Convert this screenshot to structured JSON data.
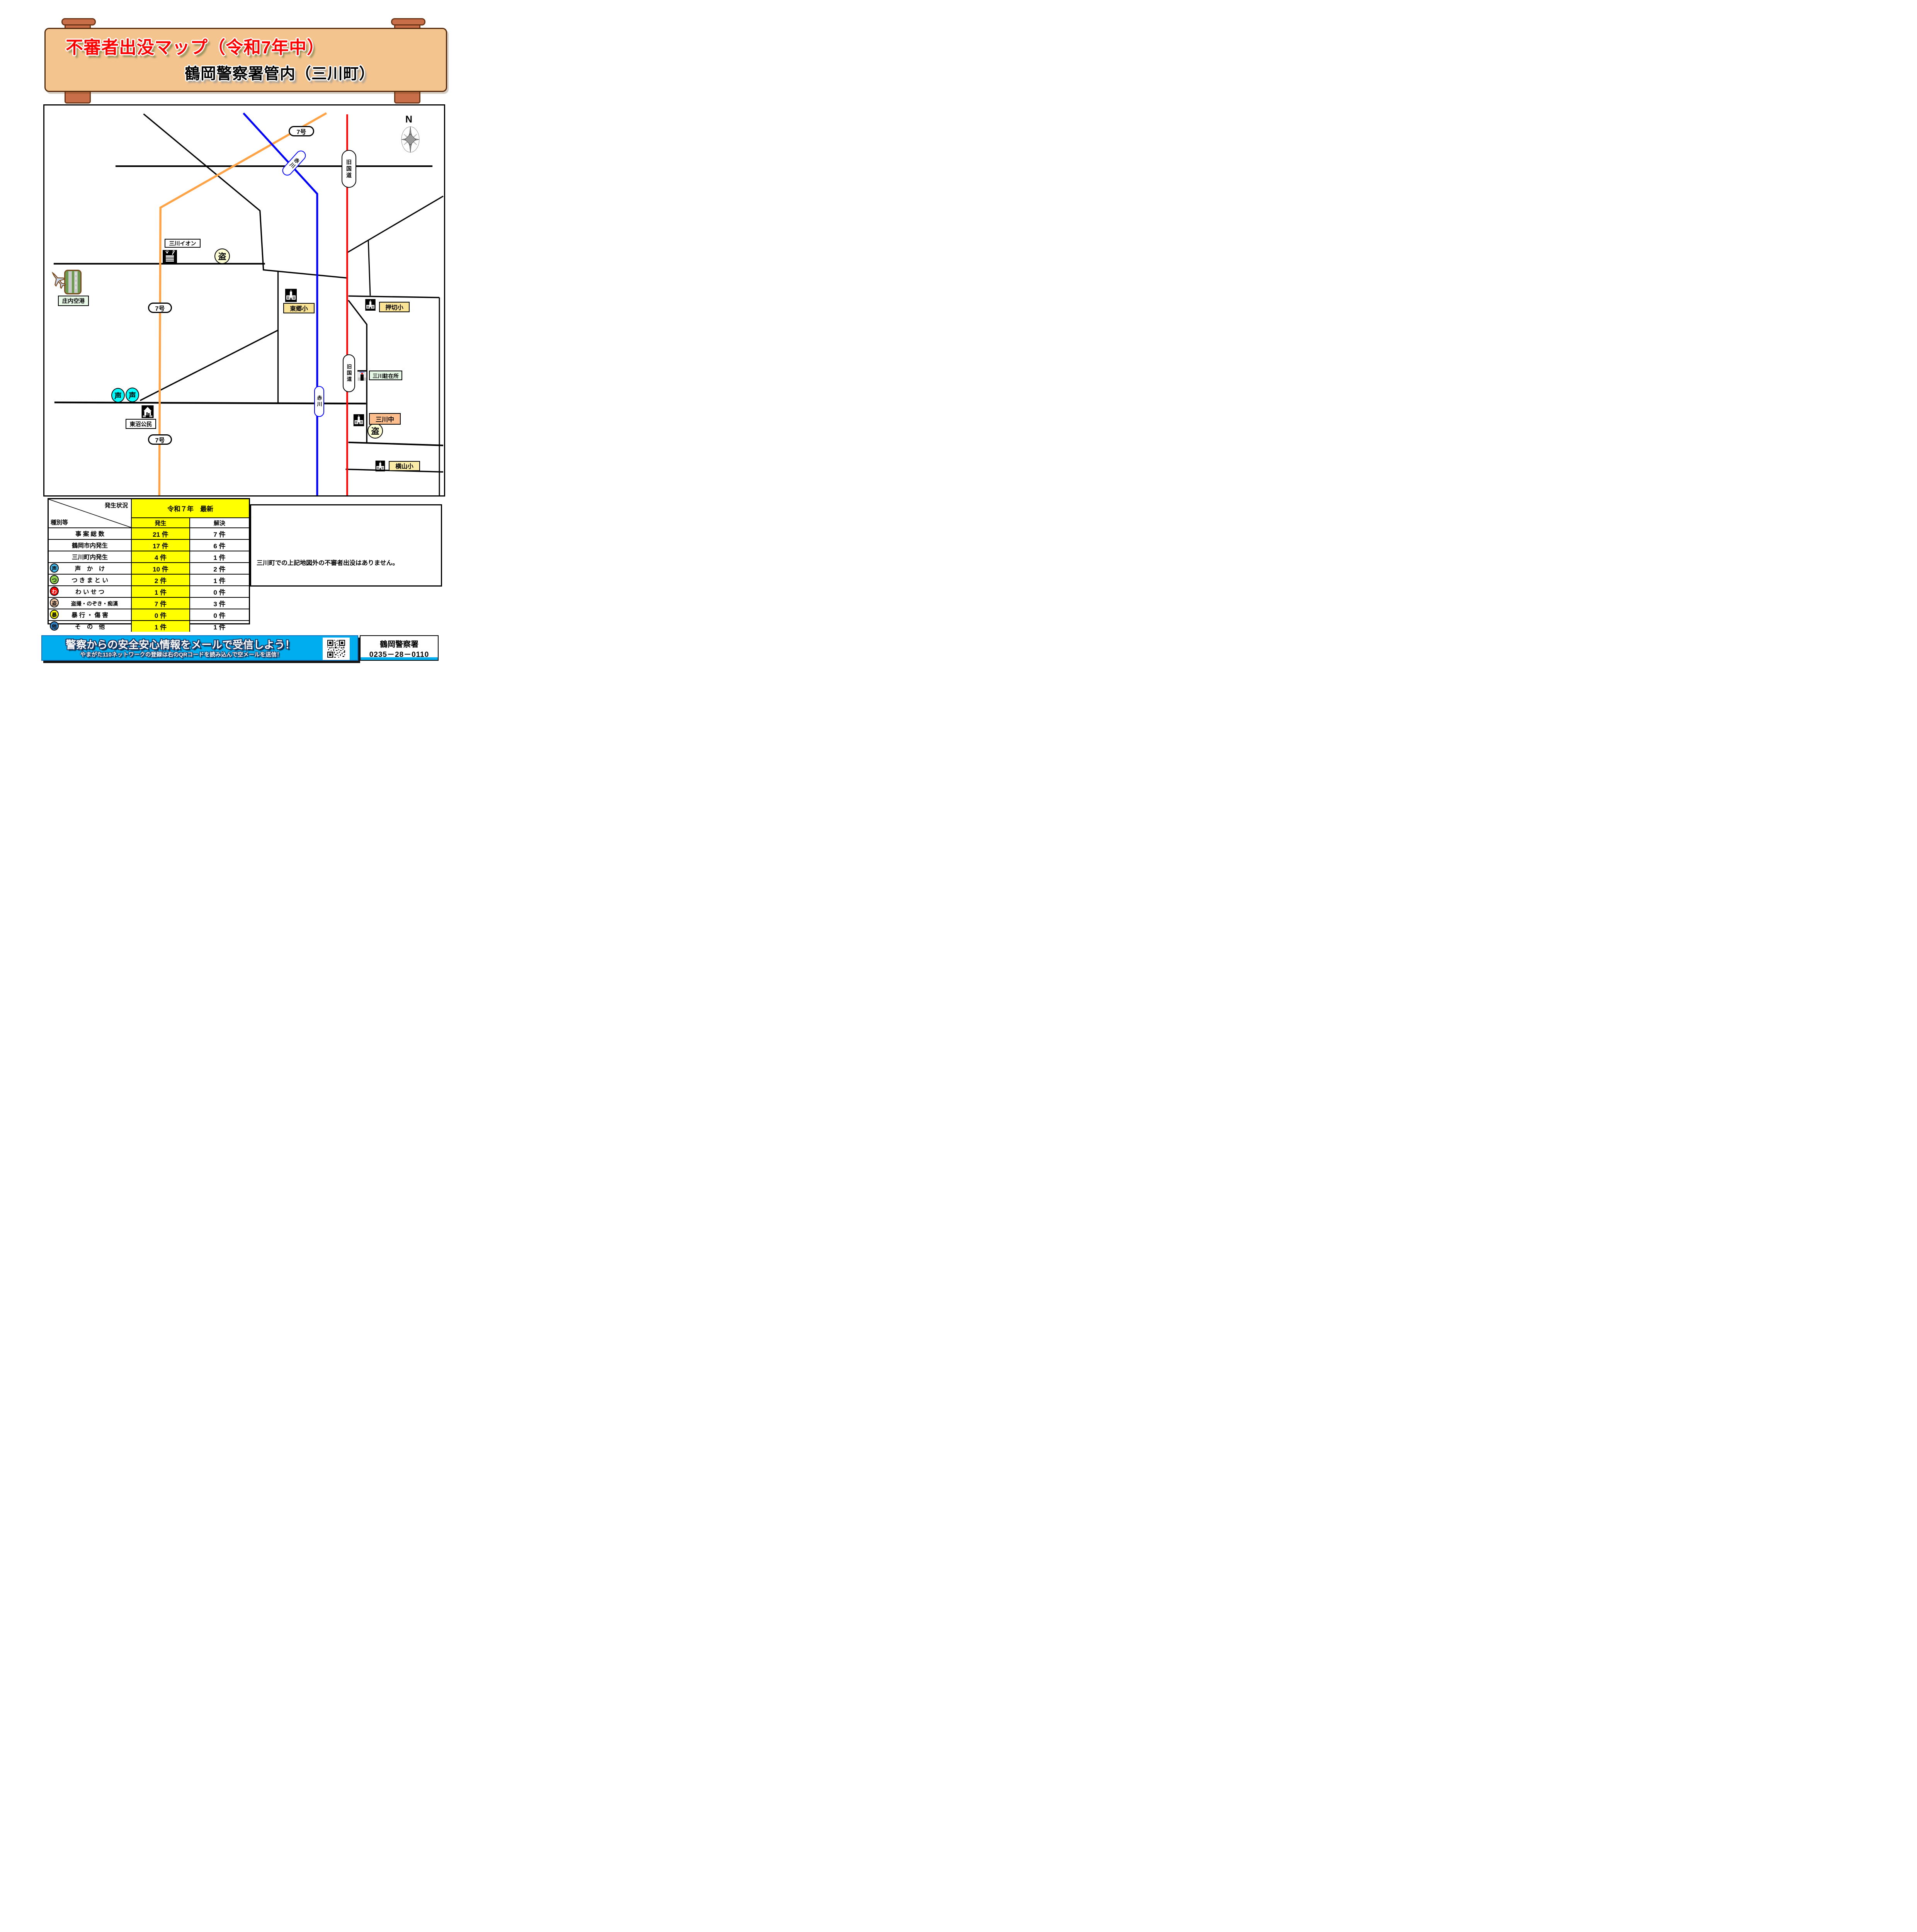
{
  "banner": {
    "title": "不審者出没マップ（令和7年中）",
    "subtitle": "鶴岡警察署管内（三川町）"
  },
  "map": {
    "compass": "N",
    "route7_labels": [
      "7号",
      "7号",
      "7号"
    ],
    "akagawa_labels": [
      "赤川",
      "赤川"
    ],
    "old_national_road_labels": [
      "旧国道",
      "旧国道"
    ],
    "places": {
      "mikawa_aeon": "三川イオン",
      "shonai_airport": "庄内空港",
      "togo_elementary": "東郷小",
      "oshikiri_elementary": "押切小",
      "mikawa_police_box": "三川駐在所",
      "mikawa_junior_high": "三川中",
      "yokoyama_elementary": "横山小",
      "higashinuma_community_center": "東沼公民"
    },
    "markers": {
      "theft_1": "盗",
      "theft_2": "盗",
      "voice_1": "声",
      "voice_2": "声"
    },
    "police_icon_text": "police"
  },
  "table": {
    "corner_top": "発生状況",
    "corner_bottom": "種別等",
    "period_header": "令和７年　最新",
    "col_occurred": "発生",
    "col_solved": "解決",
    "rows": [
      {
        "icon": "",
        "label": "事 案 総 数",
        "occurred": "21 件",
        "solved": "7 件"
      },
      {
        "icon": "",
        "label": "鶴岡市内発生",
        "occurred": "17 件",
        "solved": "6 件"
      },
      {
        "icon": "",
        "label": "三川町内発生",
        "occurred": "4 件",
        "solved": "1 件"
      },
      {
        "icon": "声",
        "label": "声　か　け",
        "occurred": "10 件",
        "solved": "2 件"
      },
      {
        "icon": "つ",
        "label": "つ き ま と い",
        "occurred": "2 件",
        "solved": "1 件"
      },
      {
        "icon": "わ",
        "label": "わ い せ つ",
        "occurred": "1 件",
        "solved": "0 件"
      },
      {
        "icon": "盗",
        "label": "盗撮・のぞき・痴漢",
        "occurred": "7 件",
        "solved": "3 件"
      },
      {
        "icon": "暴",
        "label": "暴 行 ・ 傷 害",
        "occurred": "0 件",
        "solved": "0 件"
      },
      {
        "icon": "他",
        "label": "そ　の　他",
        "occurred": "1 件",
        "solved": "1 件"
      }
    ]
  },
  "note": "三川町での上記地図外の不審者出没はありません。",
  "footer": {
    "headline": "警察からの安全安心情報をメールで受信しよう！",
    "subline": "やまがた110ネットワークの登録は右のQRコードを読み込んで空メールを送信！",
    "station": "鶴岡警察署",
    "phone": "0235－28－0110"
  },
  "colors": {
    "route7_orange": "#FFA346",
    "akagawa_blue": "#0000FF",
    "old_road_red": "#FF0000",
    "table_highlight": "#FFFF00",
    "footer_blue": "#00AEEF",
    "banner_board": "#F4C48F",
    "banner_post": "#C86F4A",
    "title_red": "#FF0000"
  },
  "icons": {
    "compass": "compass-rose-icon",
    "school": "school-icon",
    "store": "store-icon",
    "police_box": "police-box-icon",
    "airplane": "airplane-icon",
    "community_center": "community-center-icon",
    "qr": "qr-code-icon"
  }
}
